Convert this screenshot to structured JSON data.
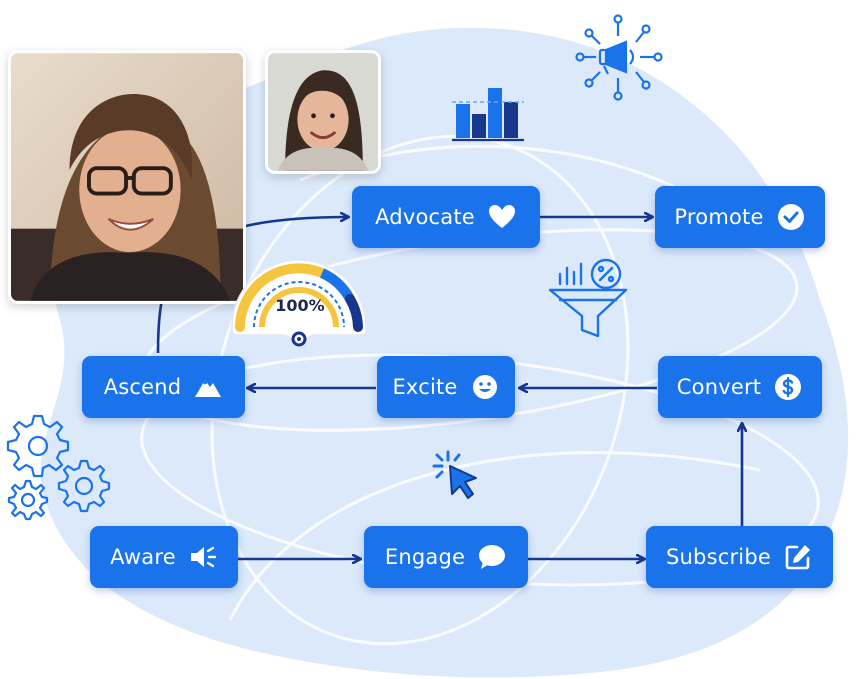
{
  "nodes": {
    "advocate": {
      "label": "Advocate",
      "icon": "heart-icon"
    },
    "promote": {
      "label": "Promote",
      "icon": "check-circle-icon"
    },
    "ascend": {
      "label": "Ascend",
      "icon": "mountain-icon"
    },
    "excite": {
      "label": "Excite",
      "icon": "smiley-icon"
    },
    "convert": {
      "label": "Convert",
      "icon": "dollar-circle-icon"
    },
    "aware": {
      "label": "Aware",
      "icon": "speaker-icon"
    },
    "engage": {
      "label": "Engage",
      "icon": "chat-bubble-icon"
    },
    "subscribe": {
      "label": "Subscribe",
      "icon": "edit-icon"
    }
  },
  "gauge": {
    "value_text": "100%",
    "value": 1.0
  },
  "colors": {
    "node_blue": "#1a73ea",
    "arrow_navy": "#16378c",
    "blob": "#dbe9fb",
    "gauge_yellow": "#f6c540",
    "gauge_blue": "#1a73ea",
    "gauge_navy": "#16378c"
  }
}
